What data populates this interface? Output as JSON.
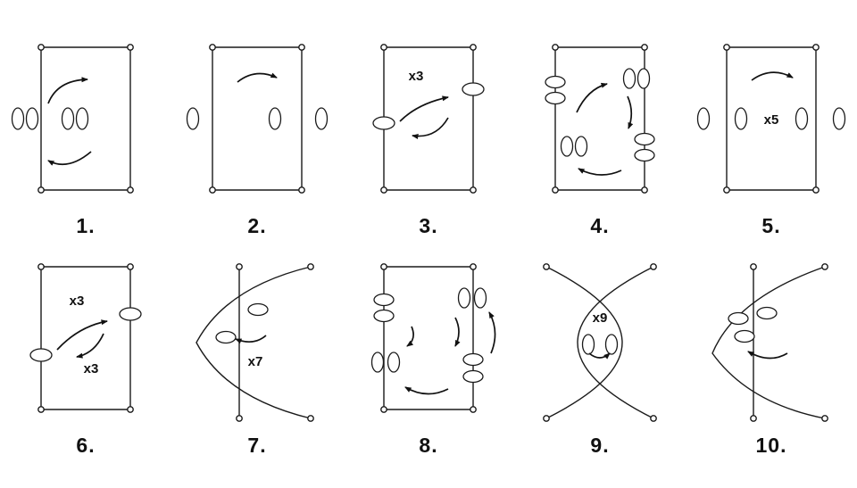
{
  "page": {
    "background": "#ffffff",
    "line_color": "#1a1a1a"
  },
  "figures": [
    {
      "id": 1,
      "label": "1.",
      "multipliers": []
    },
    {
      "id": 2,
      "label": "2.",
      "multipliers": []
    },
    {
      "id": 3,
      "label": "3.",
      "multipliers": [
        "x3"
      ]
    },
    {
      "id": 4,
      "label": "4.",
      "multipliers": []
    },
    {
      "id": 5,
      "label": "5.",
      "multipliers": [
        "x5"
      ]
    },
    {
      "id": 6,
      "label": "6.",
      "multipliers": [
        "x3",
        "x3"
      ]
    },
    {
      "id": 7,
      "label": "7.",
      "multipliers": [
        "x7"
      ]
    },
    {
      "id": 8,
      "label": "8.",
      "multipliers": []
    },
    {
      "id": 9,
      "label": "9.",
      "multipliers": [
        "x9"
      ]
    },
    {
      "id": 10,
      "label": "10.",
      "multipliers": []
    }
  ]
}
